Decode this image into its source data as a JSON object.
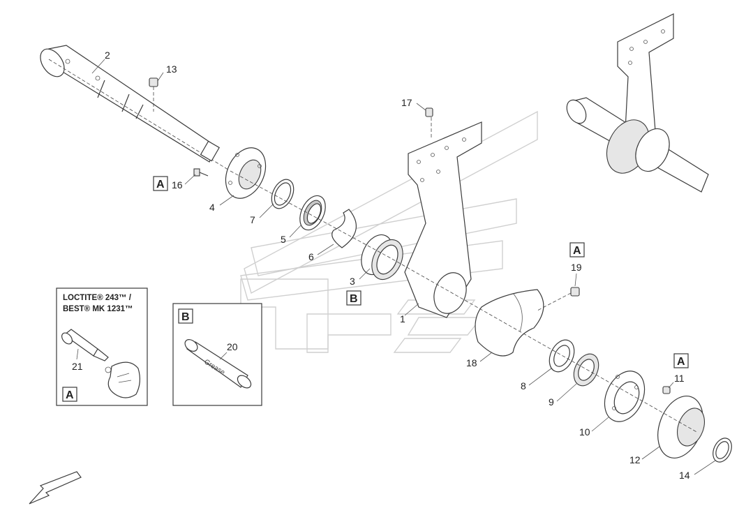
{
  "callouts": {
    "c1": "1",
    "c2": "2",
    "c3": "3",
    "c4": "4",
    "c5": "5",
    "c6": "6",
    "c7": "7",
    "c8": "8",
    "c9": "9",
    "c10": "10",
    "c11": "11",
    "c12": "12",
    "c13": "13",
    "c14": "14",
    "c16": "16",
    "c17": "17",
    "c18": "18",
    "c19": "19",
    "c20": "20",
    "c21": "21"
  },
  "markers": {
    "a_left": "A",
    "a_right_top": "A",
    "a_right_bottom": "A",
    "b_center": "B",
    "a_inset": "A",
    "b_inset": "B"
  },
  "inset_loctite": {
    "line1": "LOCTITE® 243™ /",
    "line2": "BEST® MK 1231™"
  },
  "inset_grease": {
    "product_text": "Grease"
  },
  "icons": {
    "orientation_arrow": "arrow-down-left-icon"
  }
}
